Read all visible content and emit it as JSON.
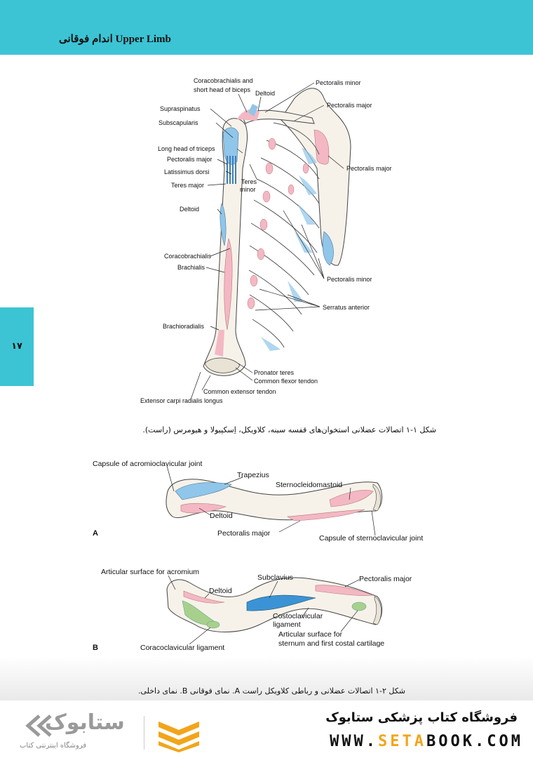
{
  "header": {
    "title": "اندام فوقانی Upper Limb"
  },
  "page": {
    "number": "۱۷"
  },
  "figure1": {
    "labels": {
      "coracobrachialis_short_head_1": "Coracobrachialis and",
      "coracobrachialis_short_head_2": "short head of biceps",
      "deltoid_top": "Deltoid",
      "pectoralis_minor_top": "Pectoralis minor",
      "pectoralis_major_top": "Pectoralis major",
      "supraspinatus": "Supraspinatus",
      "subscapularis": "Subscapularis",
      "long_head_triceps": "Long head of triceps",
      "pectoralis_major_left": "Pectoralis major",
      "latissimus_dorsi": "Latissimus dorsi",
      "teres_major": "Teres major",
      "teres_minor_1": "Teres",
      "teres_minor_2": "minor",
      "pectoralis_major_right": "Pectoralis major",
      "deltoid_mid": "Deltoid",
      "coracobrachialis": "Coracobrachialis",
      "brachialis": "Brachialis",
      "pectoralis_minor_ribs": "Pectoralis minor",
      "serratus_anterior": "Serratus anterior",
      "brachioradialis": "Brachioradialis",
      "pronator_teres": "Pronator teres",
      "common_flexor_tendon": "Common flexor tendon",
      "common_extensor_tendon": "Common extensor tendon",
      "extensor_carpi": "Extensor carpi radialis longus"
    },
    "caption": "شکل ۱-۱ اتصالات عضلانی استخوان‌های قفسه سینه، کلاویکل، اِسکپیولا و هیومرس (راست)."
  },
  "figure2": {
    "a": {
      "panel": "A",
      "capsule_ac": "Capsule of acromioclavicular joint",
      "trapezius": "Trapezius",
      "scm": "Sternocleidomastoid",
      "deltoid": "Deltoid",
      "pectoralis_major": "Pectoralis major",
      "capsule_sc": "Capsule of sternoclavicular joint"
    },
    "b": {
      "panel": "B",
      "articular_acromium": "Articular surface for acromium",
      "subclavius": "Subclavius",
      "pectoralis_major": "Pectoralis major",
      "deltoid": "Deltoid",
      "costoclavicular_1": "Costoclavicular",
      "costoclavicular_2": "ligament",
      "articular_sternum_1": "Articular surface for",
      "articular_sternum_2": "sternum and first costal cartilage",
      "coracoclavicular": "Coracoclavicular ligament"
    },
    "caption": "شکل ۲-۱ اتصالات عضلانی و رباطی کلاویکل راست A. نمای فوقانی B. نمای داخلی."
  },
  "footer": {
    "store_name": "فروشگاه کتاب پزشکی ستابوک",
    "url_prefix": "WWW.",
    "url_accent": "SETA",
    "url_suffix": "BOOK.COM",
    "logo_word": "ستابوک",
    "logo_subtitle": "فروشگاه اینترنتی کتاب"
  },
  "colors": {
    "header": "#3cc4d4",
    "muscle_pink": "#f3b8c4",
    "muscle_blue": "#8fc6ea",
    "ligament_green": "#a8d08d",
    "accent": "#f2a51a"
  }
}
